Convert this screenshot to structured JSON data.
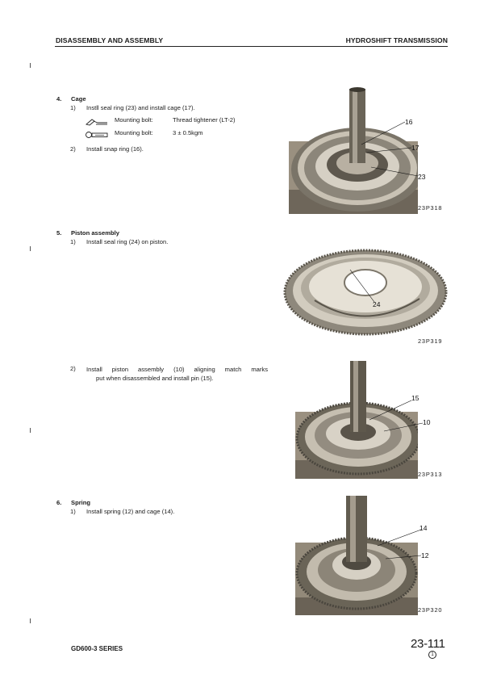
{
  "header": {
    "left": "DISASSEMBLY AND ASSEMBLY",
    "right": "HYDROSHIFT TRANSMISSION"
  },
  "sections": [
    {
      "number": "4.",
      "title": "Cage",
      "steps": [
        {
          "number": "1)",
          "text": "Instll seal ring (23) and install cage (17).",
          "specs": [
            {
              "icon": "thread-tightener-icon",
              "label": "Mounting bolt:",
              "value": "Thread tightener (LT-2)"
            },
            {
              "icon": "torque-wrench-icon",
              "label": "Mounting bolt:",
              "value": "3 ± 0.5kgm"
            }
          ]
        },
        {
          "number": "2)",
          "text": "Install snap ring (16)."
        }
      ],
      "figure": {
        "code": "23P318",
        "callouts": [
          "16",
          "17",
          "23"
        ]
      }
    },
    {
      "number": "5.",
      "title": "Piston assembly",
      "steps": [
        {
          "number": "1)",
          "text": "Install seal ring (24) on piston."
        }
      ],
      "figure": {
        "code": "23P319",
        "callouts": [
          "24"
        ]
      }
    },
    {
      "steps": [
        {
          "number": "2)",
          "text_lines": [
            "Install piston assembly (10) aligning match marks",
            "put when disassembled and install pin (15)."
          ]
        }
      ],
      "figure": {
        "code": "23P313",
        "callouts": [
          "15",
          "10"
        ]
      }
    },
    {
      "number": "6.",
      "title": "Spring",
      "steps": [
        {
          "number": "1)",
          "text": "Install spring (12) and cage (14)."
        }
      ],
      "figure": {
        "code": "23P320",
        "callouts": [
          "14",
          "12"
        ]
      }
    }
  ],
  "footer": {
    "series": "GD600-3 SERIES",
    "page": "23-111",
    "revision": "1"
  }
}
